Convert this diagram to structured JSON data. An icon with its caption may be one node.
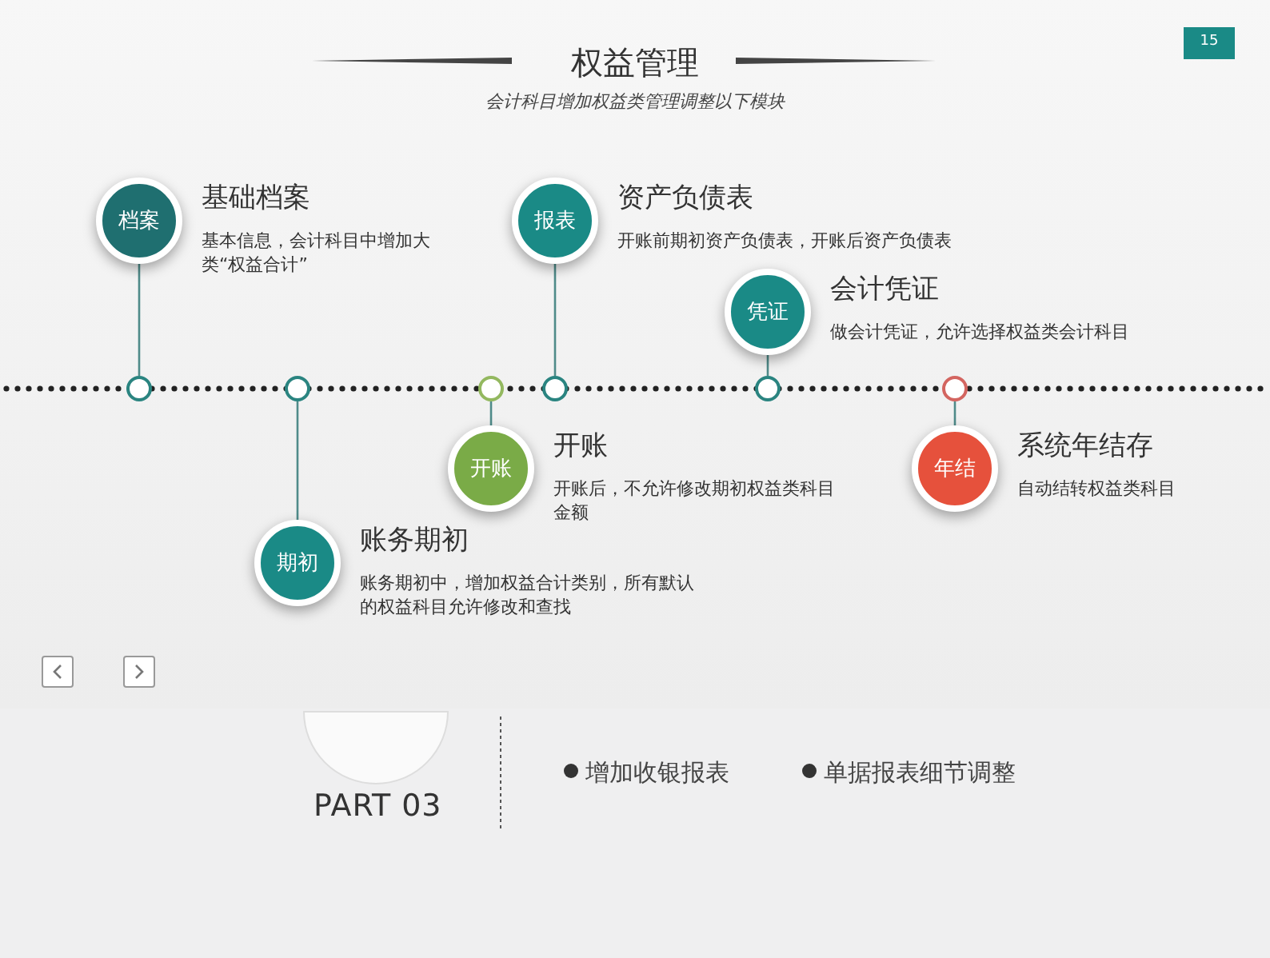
{
  "diagram": {
    "title": "权益管理",
    "nodes": [
      {
        "text": [
          "档案",
          "基础档案",
          "基本信息，会计科目中增加大类“权益合计”"
        ]
      },
      {
        "text": [
          "报表",
          "资产负债表",
          "开账前期初资产负债表，开账后资产负债表"
        ]
      },
      {
        "text": [
          "凭证",
          "会计凭证",
          "做会计凭证，允许选择权益类会计科目"
        ]
      },
      {
        "text": [
          "开账",
          "开账",
          "开账后，不允许修改期初权益类科目金额"
        ]
      },
      {
        "text": [
          "年结",
          "系统年结存",
          "自动结转权益类科目"
        ]
      },
      {
        "text": [
          "期初",
          "账务期初",
          "账务期初中，增加权益合计类别，所有默认的权益科目允许修改和查找"
        ]
      },
      {
        "text": [],
        "shape": "circle"
      },
      {
        "text": [],
        "shape": "circle"
      },
      {
        "text": [],
        "shape": "circle"
      },
      {
        "text": [],
        "shape": "circle"
      },
      {
        "text": [],
        "shape": "circle"
      },
      {
        "text": [],
        "shape": "circle"
      }
    ],
    "edges": [
      {
        "from": 6,
        "to": 0,
        "arrow": "none"
      },
      {
        "from": 7,
        "to": 5,
        "arrow": "none"
      },
      {
        "from": 8,
        "to": 3,
        "arrow": "none"
      },
      {
        "from": 9,
        "to": 1,
        "arrow": "none"
      },
      {
        "from": 10,
        "to": 2,
        "arrow": "none"
      },
      {
        "from": 11,
        "to": 4,
        "arrow": "none"
      }
    ],
    "labels": [
      "会计科目增加权益类管理调整以下模块",
      "15",
      "PART 03",
      "增加收银报表",
      "单据报表细节调整"
    ]
  }
}
